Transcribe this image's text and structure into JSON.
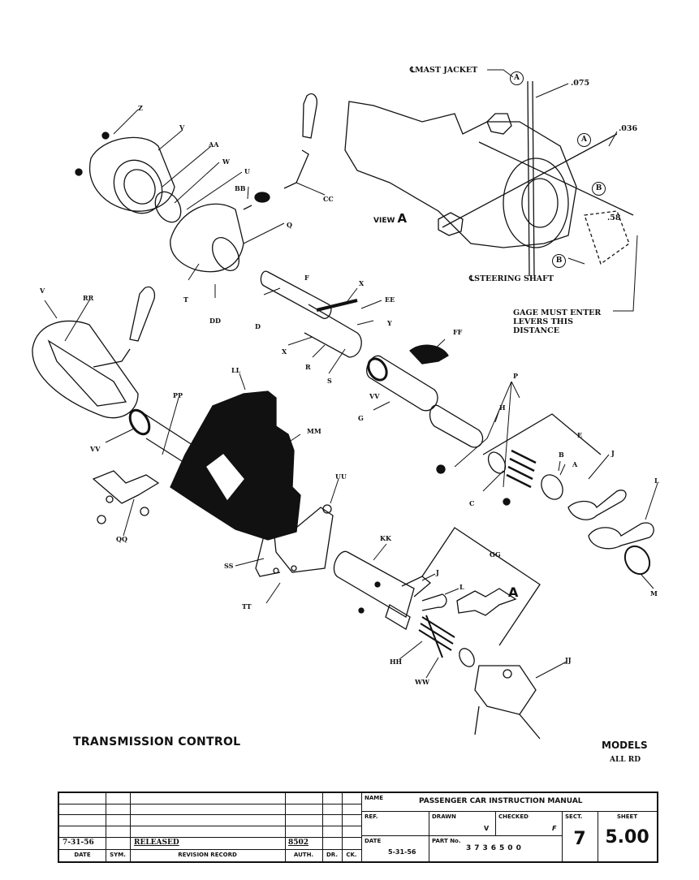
{
  "drawing": {
    "title": "TRANSMISSION CONTROL",
    "models_label": "MODELS",
    "models_value": "ALL RD",
    "view_label": "VIEW",
    "view_letter": "A",
    "callouts": {
      "mast_jacket": "MAST JACKET",
      "steering_shaft": "STEERING SHAFT",
      "centerline_symbol": "℄",
      "dim_075": ".075",
      "dim_036": ".036",
      "dim_58": ".58",
      "gage_note_1": "GAGE MUST ENTER",
      "gage_note_2": "LEVERS THIS",
      "gage_note_3": "DISTANCE",
      "circle_a": "A",
      "circle_b": "B",
      "arrow_a": "A"
    },
    "part_labels": [
      "Z",
      "V",
      "AA",
      "W",
      "U",
      "BB",
      "CC",
      "Q",
      "T",
      "DD",
      "F",
      "D",
      "X",
      "EE",
      "Y",
      "X",
      "R",
      "S",
      "FF",
      "V",
      "RR",
      "PP",
      "LL",
      "MM",
      "VV",
      "G",
      "P",
      "H",
      "E",
      "B",
      "A",
      "J",
      "L",
      "C",
      "M",
      "VV",
      "QQ",
      "UU",
      "SS",
      "TT",
      "KK",
      "GG",
      "J",
      "L",
      "HH",
      "WW",
      "JJ"
    ]
  },
  "title_block": {
    "revision": {
      "date": "7-31-56",
      "sym": "",
      "record": "RELEASED",
      "auth": "8502",
      "dr": "",
      "ck": "",
      "headers": {
        "date": "DATE",
        "sym": "SYM.",
        "record": "REVISION RECORD",
        "auth": "AUTH.",
        "dr": "DR.",
        "ck": "CK."
      }
    },
    "name_label": "NAME",
    "name_value": "PASSENGER CAR INSTRUCTION MANUAL",
    "ref_label": "REF.",
    "drawn_label": "DRAWN",
    "drawn_value": "V",
    "checked_label": "CHECKED",
    "checked_value": "F",
    "sect_label": "SECT.",
    "sect_value": "7",
    "sheet_label": "SHEET",
    "sheet_value": "5.00",
    "date_label": "DATE",
    "date_value": "5-31-56",
    "part_label": "PART No.",
    "part_value": "3736500"
  }
}
